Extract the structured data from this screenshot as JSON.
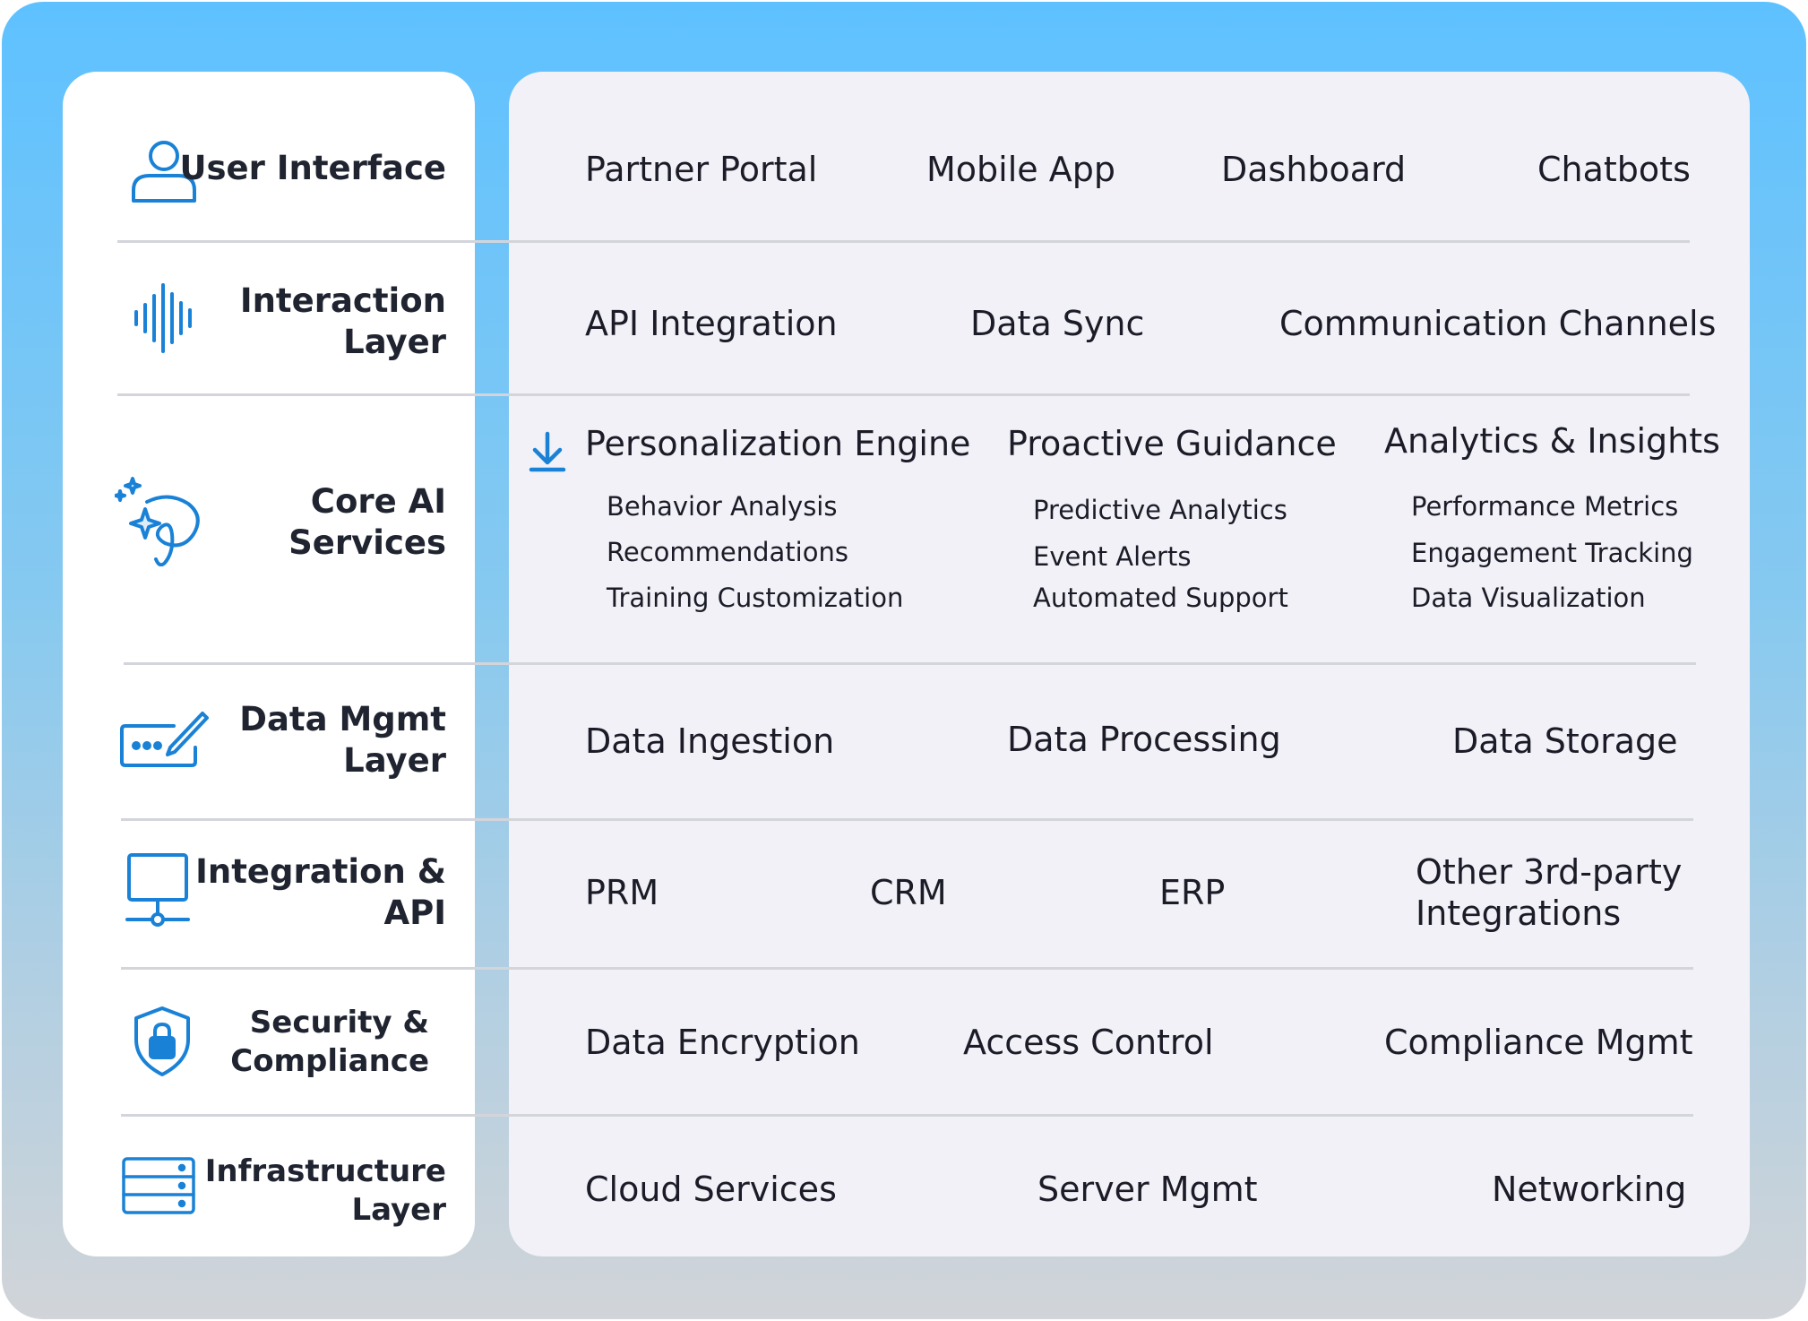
{
  "layers": [
    {
      "name": "User Interface",
      "icon": "user-icon",
      "items": [
        "Partner Portal",
        "Mobile App",
        "Dashboard",
        "Chatbots"
      ]
    },
    {
      "name": "Interaction\nLayer",
      "icon": "sound-wave-icon",
      "items": [
        "API Integration",
        "Data Sync",
        "Communication Channels"
      ]
    },
    {
      "name": "Core AI\nServices",
      "icon": "sparkle-ai-icon",
      "groups": [
        {
          "title": "Personalization Engine",
          "subs": [
            "Behavior Analysis",
            "Recommendations",
            "Training Customization"
          ]
        },
        {
          "title": "Proactive Guidance",
          "subs": [
            "Predictive Analytics",
            "Event Alerts",
            "Automated Support"
          ]
        },
        {
          "title": "Analytics & Insights",
          "subs": [
            "Performance Metrics",
            "Engagement Tracking",
            "Data Visualization"
          ]
        }
      ]
    },
    {
      "name": "Data Mgmt\nLayer",
      "icon": "data-input-icon",
      "items": [
        "Data Ingestion",
        "Data Processing",
        "Data Storage"
      ]
    },
    {
      "name": "Integration &\nAPI",
      "icon": "network-monitor-icon",
      "items": [
        "PRM",
        "CRM",
        "ERP",
        "Other 3rd-party\nIntegrations"
      ]
    },
    {
      "name": "Security &\nCompliance",
      "icon": "shield-lock-icon",
      "items": [
        "Data Encryption",
        "Access Control",
        "Compliance Mgmt"
      ]
    },
    {
      "name": "Infrastructure\nLayer",
      "icon": "server-rack-icon",
      "items": [
        "Cloud Services",
        "Server Mgmt",
        "Networking"
      ]
    }
  ],
  "colors": {
    "accent": "#1a82d6",
    "frame_top": "#5ec1ff",
    "frame_bottom": "#d1d4d8",
    "right_panel": "#f1f1f7",
    "divider": "#d3d5db"
  }
}
